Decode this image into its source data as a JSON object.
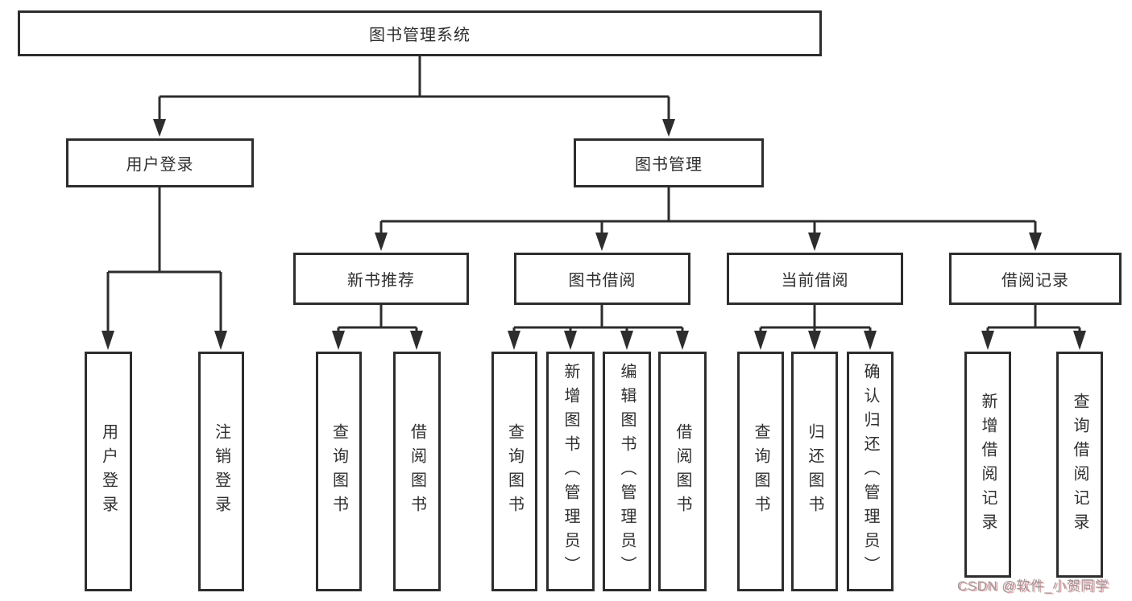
{
  "nodes": {
    "root": "图书管理系统",
    "login": {
      "label": "用户登录",
      "children": [
        "用户登录",
        "注销登录"
      ]
    },
    "mgmt": {
      "label": "图书管理",
      "children": [
        {
          "label": "新书推荐",
          "children": [
            "查询图书",
            "借阅图书"
          ]
        },
        {
          "label": "图书借阅",
          "children": [
            "查询图书",
            "新增图书（管理员）",
            "编辑图书（管理员）",
            "借阅图书"
          ]
        },
        {
          "label": "当前借阅",
          "children": [
            "查询图书",
            "归还图书",
            "确认归还（管理员）"
          ]
        },
        {
          "label": "借阅记录",
          "children": [
            "新增借阅记录",
            "查询借阅记录"
          ]
        }
      ]
    }
  },
  "watermark": "CSDN @软件_小贺同学",
  "colors": {
    "line": "#2d2d2d",
    "text": "#2f2f2f",
    "watermark_gray": "#9b9b9b",
    "watermark_pink": "#eba0a8",
    "background": "#ffffff"
  }
}
